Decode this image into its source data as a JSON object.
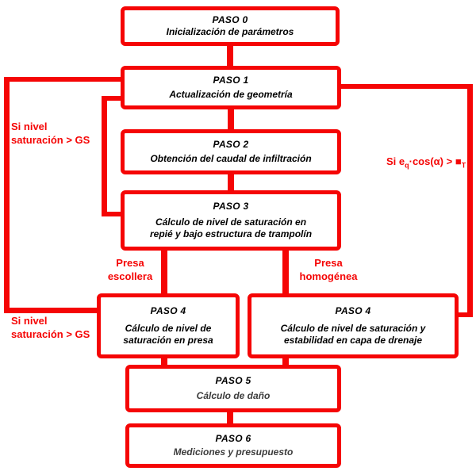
{
  "boxes": [
    {
      "title": "PASO 0",
      "desc": "Inicialización de parámetros"
    },
    {
      "title": "PASO 1",
      "desc": "Actualización de geometría"
    },
    {
      "title": "PASO 2",
      "desc": "Obtención del caudal de infiltración"
    },
    {
      "title": "PASO 3",
      "desc": "Cálculo de nivel de saturación en\nrepié y bajo estructura de trampolín"
    },
    {
      "title": "PASO 4",
      "desc": "Cálculo de nivel de\nsaturación en presa"
    },
    {
      "title": "PASO 4",
      "desc": "Cálculo de nivel de saturación y\nestabilidad en capa de drenaje"
    },
    {
      "title": "PASO 5",
      "desc": "Cálculo de daño"
    },
    {
      "title": "PASO 6",
      "desc": "Mediciones y presupuesto"
    }
  ],
  "branch_labels": {
    "left": "Presa\nescollera",
    "right": "Presa\nhomogénea"
  },
  "loop_labels": {
    "inner": "Si nivel\nsaturación > GS",
    "outer": "Si nivel\nsaturación > GS",
    "right": {
      "p1": "Si e",
      "s1": "q",
      "p2": "·cos(α) > ",
      "p3": "■",
      "s2": "T"
    }
  },
  "colors": {
    "accent_red": "#f50505",
    "text_black": "#000000",
    "background": "#ffffff"
  }
}
